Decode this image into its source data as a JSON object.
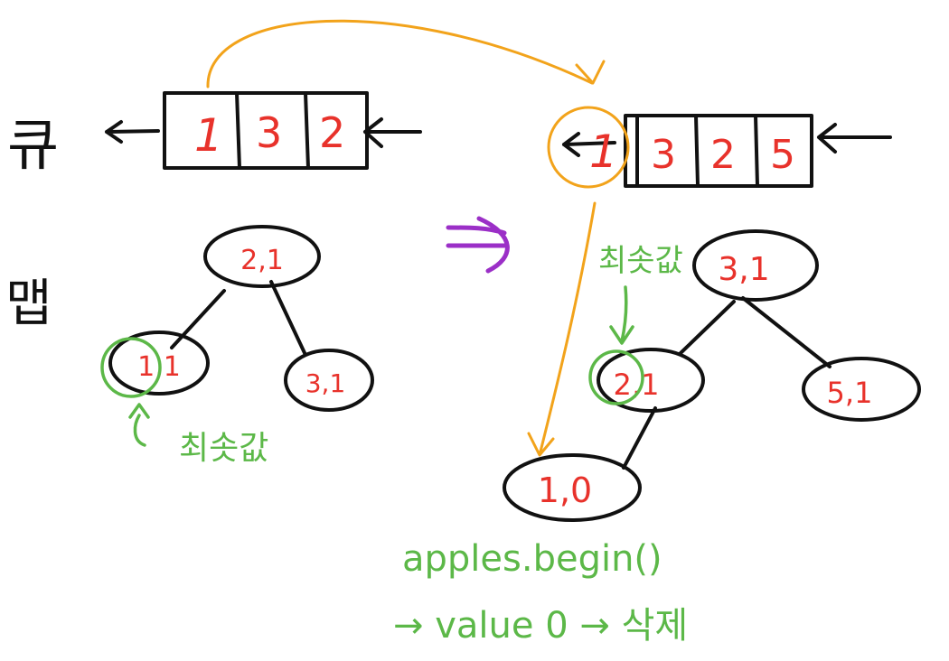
{
  "labels": {
    "queue": "큐",
    "map": "맵"
  },
  "left": {
    "queue_cells": [
      "1",
      "3",
      "2"
    ],
    "nodes": {
      "root": "2,1",
      "left": "1,1",
      "right": "3,1"
    },
    "min_label": "최솟값"
  },
  "right": {
    "queue_cells": [
      "1",
      "3",
      "2",
      "5"
    ],
    "nodes": {
      "root": "3,1",
      "left": "2,1",
      "right": "5,1",
      "leaf": "1,0"
    },
    "min_label": "최솟값",
    "note_line1": "apples.begin()",
    "note_line2": "→ value 0 → 삭제"
  },
  "arrow_symbol": "⇒",
  "colors": {
    "red": "#e8322b",
    "orange": "#f2a31b",
    "green": "#5cb848",
    "purple": "#9b2fc7",
    "black": "#111111"
  }
}
